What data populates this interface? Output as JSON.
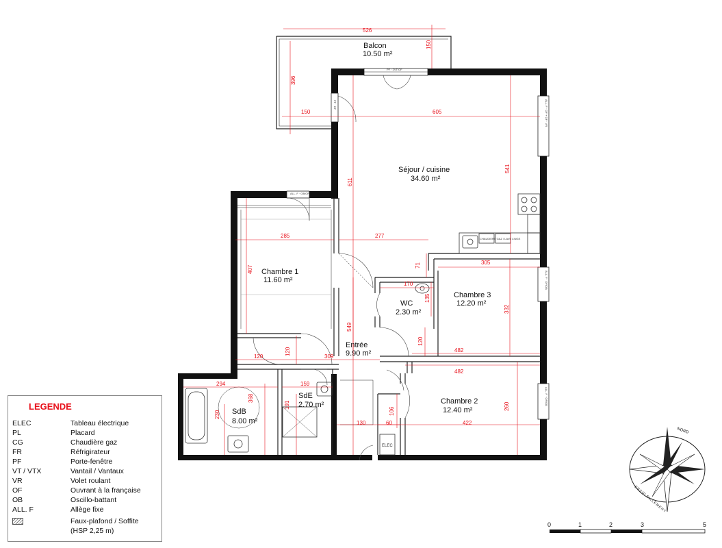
{
  "rooms": {
    "balcon": {
      "name": "Balcon",
      "area": "10.50 m²"
    },
    "sejour": {
      "name": "Séjour / cuisine",
      "area": "34.60 m²"
    },
    "chambre1": {
      "name": "Chambre 1",
      "area": "11.60 m²"
    },
    "chambre3": {
      "name": "Chambre 3",
      "area": "12.20 m²"
    },
    "wc": {
      "name": "WC",
      "area": "2.30 m²"
    },
    "entree": {
      "name": "Entrée",
      "area": "9.90 m²"
    },
    "sdb": {
      "name": "SdB",
      "area": "8.00 m²"
    },
    "sde": {
      "name": "SdE",
      "area": "2.70 m²"
    },
    "chambre2": {
      "name": "Chambre 2",
      "area": "12.40 m²"
    }
  },
  "dimensions": {
    "d526": "526",
    "d150a": "150",
    "d396": "396",
    "d150b": "150",
    "d605": "605",
    "d541": "541",
    "d611": "611",
    "d285": "285",
    "d277": "277",
    "d71": "71",
    "d305": "305",
    "d407": "407",
    "d170": "170",
    "d135": "135",
    "d332": "332",
    "d549": "549",
    "d120a": "120",
    "d120b": "120",
    "d309": "309",
    "d120c": "120",
    "d482a": "482",
    "d482b": "482",
    "d294": "294",
    "d159": "159",
    "d368": "368",
    "d230": "230",
    "d191": "191",
    "d106": "106",
    "d130": "130",
    "d60": "60",
    "d422": "422",
    "d260": "260"
  },
  "tags": {
    "pf": "PF · 2VT/OF",
    "pf_side": "PF · OF",
    "all_top": "ALL. F · OB/OF",
    "all_right1": "ALL. F · OF + OF · VR",
    "all_right2": "ALL. F · OF/OB",
    "all_right3": "ALL. F · OF/OB",
    "elec": "ELEC",
    "kitchen_note": "CHAUDIERE GAZ / LAVE LINGE"
  },
  "compass": {
    "north": "NORD",
    "orientation": "ENSOLEILLEMENT"
  },
  "legend": {
    "title": "LEGENDE",
    "rows": [
      {
        "code": "ELEC",
        "desc": "Tableau électrique"
      },
      {
        "code": "PL",
        "desc": "Placard"
      },
      {
        "code": "CG",
        "desc": "Chaudière gaz"
      },
      {
        "code": "FR",
        "desc": "Réfrigirateur"
      },
      {
        "code": "PF",
        "desc": "Porte-fenêtre"
      },
      {
        "code": "VT / VTX",
        "desc": "Vantail / Vantaux"
      },
      {
        "code": "VR",
        "desc": "Volet roulant"
      },
      {
        "code": "OF",
        "desc": "Ouvrant à la française"
      },
      {
        "code": "OB",
        "desc": "Oscillo-battant"
      },
      {
        "code": "ALL. F",
        "desc": "Allège fixe"
      },
      {
        "code": "",
        "desc": "Faux-plafond / Soffite"
      },
      {
        "code": "",
        "desc": "(HSP 2,25 m)"
      }
    ]
  },
  "scale": {
    "ticks": [
      "0",
      "1",
      "2",
      "3",
      "5"
    ]
  },
  "colors": {
    "wall": "#111111",
    "dimension": "#e8101a",
    "background": "#ffffff"
  }
}
